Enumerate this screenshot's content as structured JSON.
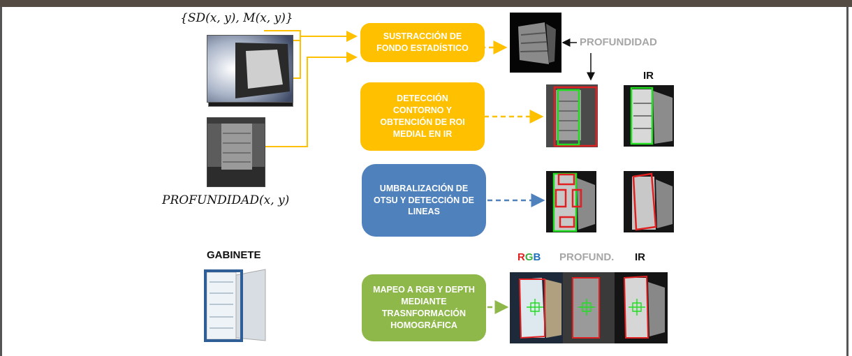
{
  "formula_top": "{SD(x, y), M(x, y)}",
  "formula_bottom": "PROFUNDIDAD(x, y)",
  "boxes": {
    "background": "SUSTRACCIÓN DE\nFONDO ESTADÍSTICO",
    "contour": "DETECCIÓN\nCONTORNO Y\nOBTENCIÓN DE ROI\nMEDIAL EN IR",
    "otsu": "UMBRALIZACIÓN DE\nOTSU Y DETECCIÓN DE\nLINEAS",
    "mapping": "MAPEO A RGB Y DEPTH\nMEDIANTE\nTRASNFORMACIÓN\nHOMOGRÁFICA"
  },
  "labels": {
    "profundidad": "PROFUNDIDAD",
    "ir_1": "IR",
    "gabinete": "GABINETE",
    "rgb_r": "R",
    "rgb_g": "G",
    "rgb_b": "B",
    "profund": "PROFUND.",
    "ir_2": "IR"
  },
  "colors": {
    "orange": "#ffc000",
    "blue": "#4f81bd",
    "green": "#8fb84a",
    "red_roi": "#e02020",
    "green_roi": "#22dd22",
    "rgb_red": "#e02020",
    "rgb_green": "#3cb043",
    "rgb_blue": "#1f6fbf"
  }
}
